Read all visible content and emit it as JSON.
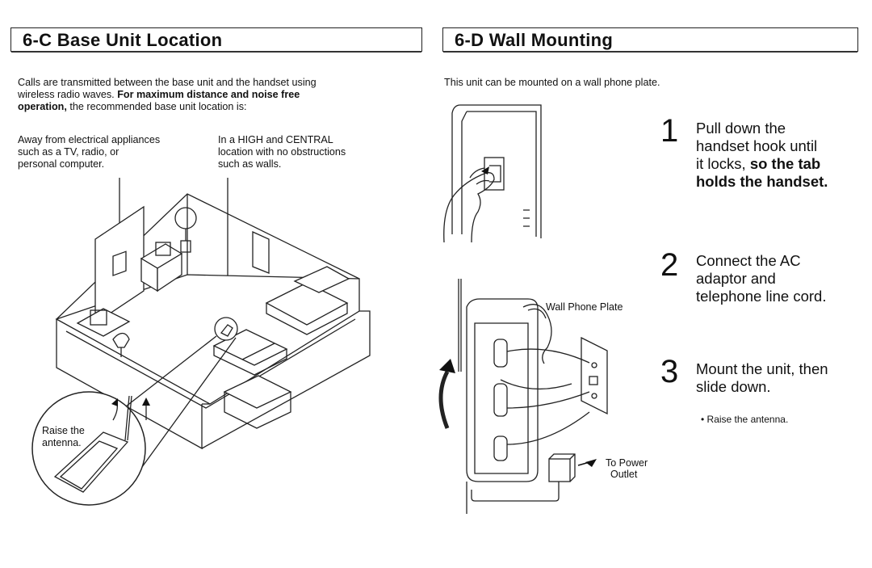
{
  "left": {
    "header": "6-C  Base Unit Location",
    "intro_1": "Calls are transmitted between the base unit and the handset using",
    "intro_2a": "wireless radio waves. ",
    "intro_2b": "For maximum distance and noise free",
    "intro_3a": "operation,",
    "intro_3b": " the recommended base unit location is:",
    "note_left": [
      "Away from electrical appliances",
      "such as a TV, radio, or",
      "personal computer."
    ],
    "note_right": [
      "In a HIGH and CENTRAL",
      "location with no obstructions",
      "such as walls."
    ],
    "callout": [
      "Raise the",
      "antenna."
    ]
  },
  "right": {
    "header": "6-D  Wall Mounting",
    "intro": "This unit can be mounted on a wall phone plate.",
    "steps": [
      {
        "num": "1",
        "text": [
          "Pull down the",
          "handset hook until"
        ],
        "text_mixed_a": "it locks, ",
        "text_mixed_b": "so the tab",
        "text_bold": "holds the handset."
      },
      {
        "num": "2",
        "text": [
          "Connect the AC",
          "adaptor and",
          "telephone line cord."
        ]
      },
      {
        "num": "3",
        "text": [
          "Mount the unit, then",
          "slide down."
        ],
        "bullet": "• Raise the antenna."
      }
    ],
    "label_plate": "Wall Phone Plate",
    "label_power": [
      "To Power",
      "Outlet"
    ]
  }
}
